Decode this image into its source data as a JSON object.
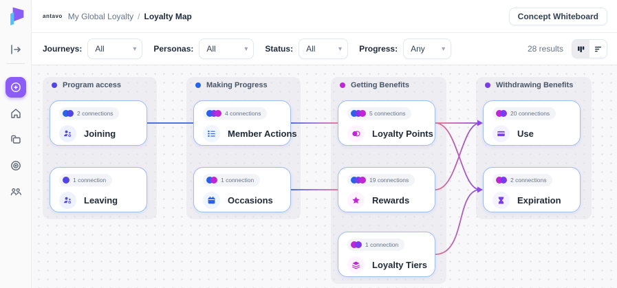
{
  "header": {
    "brand": "antavo",
    "breadcrumb_section": "My Global Loyalty",
    "breadcrumb_separator": "/",
    "breadcrumb_page": "Loyalty Map",
    "action_button": "Concept Whiteboard"
  },
  "filters": {
    "journeys": {
      "label": "Journeys:",
      "value": "All"
    },
    "personas": {
      "label": "Personas:",
      "value": "All"
    },
    "status": {
      "label": "Status:",
      "value": "All"
    },
    "progress": {
      "label": "Progress:",
      "value": "Any"
    },
    "results": "28 results",
    "view_toggle": {
      "selected": "kanban-view",
      "options": [
        "kanban-view-icon",
        "sort-list-icon"
      ]
    }
  },
  "sidebar": {
    "accent_color": "#8B5CF6",
    "items": [
      {
        "name": "collapse-panel-icon",
        "active": false
      },
      {
        "name": "create-plus-icon",
        "active": true
      },
      {
        "name": "home-icon",
        "active": false
      },
      {
        "name": "folders-icon",
        "active": false
      },
      {
        "name": "target-icon",
        "active": false
      },
      {
        "name": "people-icon",
        "active": false
      }
    ]
  },
  "canvas": {
    "lanes": [
      {
        "label": "Program access",
        "dot_color": "#4F46E5"
      },
      {
        "label": "Making Progress",
        "dot_color": "#2563EB"
      },
      {
        "label": "Getting Benefits",
        "dot_color": "#C026D3"
      },
      {
        "label": "Withdrawing Benefits",
        "dot_color": "#7C3AED"
      }
    ],
    "cards": [
      {
        "title": "Joining",
        "connections": "2 connections",
        "icon": "user-group",
        "icon_color": "#4F46E5",
        "badge_bg": "#EEF2FF",
        "dots": [
          "#2563EB",
          "#4F46E5"
        ]
      },
      {
        "title": "Leaving",
        "connections": "1 connection",
        "icon": "user-group",
        "icon_color": "#4F46E5",
        "badge_bg": "#EEF2FF",
        "dots": [
          "#4F46E5"
        ]
      },
      {
        "title": "Member Actions",
        "connections": "4 connections",
        "icon": "checklist",
        "icon_color": "#2563EB",
        "badge_bg": "#EFF6FF",
        "dots": [
          "#2563EB",
          "#7C3AED",
          "#C026D3"
        ]
      },
      {
        "title": "Occasions",
        "connections": "1 connection",
        "icon": "calendar",
        "icon_color": "#2563EB",
        "badge_bg": "#EFF6FF",
        "dots": [
          "#2563EB",
          "#C026D3"
        ]
      },
      {
        "title": "Loyalty Points",
        "connections": "5 connections",
        "icon": "coins",
        "icon_color": "#C026D3",
        "badge_bg": "#FDF4FF",
        "dots": [
          "#2563EB",
          "#7C3AED",
          "#C026D3"
        ]
      },
      {
        "title": "Rewards",
        "connections": "19 connections",
        "icon": "star",
        "icon_color": "#C026D3",
        "badge_bg": "#FDF4FF",
        "dots": [
          "#2563EB",
          "#7C3AED",
          "#C026D3"
        ]
      },
      {
        "title": "Loyalty Tiers",
        "connections": "1 connection",
        "icon": "layers",
        "icon_color": "#C026D3",
        "badge_bg": "#FDF4FF",
        "dots": [
          "#C026D3",
          "#7C3AED"
        ]
      },
      {
        "title": "Use",
        "connections": "20 connections",
        "icon": "credit-card",
        "icon_color": "#7C3AED",
        "badge_bg": "#F5F3FF",
        "dots": [
          "#C026D3",
          "#7C3AED"
        ]
      },
      {
        "title": "Expiration",
        "connections": "2 connections",
        "icon": "hourglass",
        "icon_color": "#7C3AED",
        "badge_bg": "#F5F3FF",
        "dots": [
          "#C026D3",
          "#7C3AED"
        ]
      }
    ],
    "connection_colors": {
      "blue": "#3B5FDE",
      "pink": "#E0708E",
      "purple": "#8A4BE0",
      "violet_mid": "#9A6BD8"
    }
  }
}
